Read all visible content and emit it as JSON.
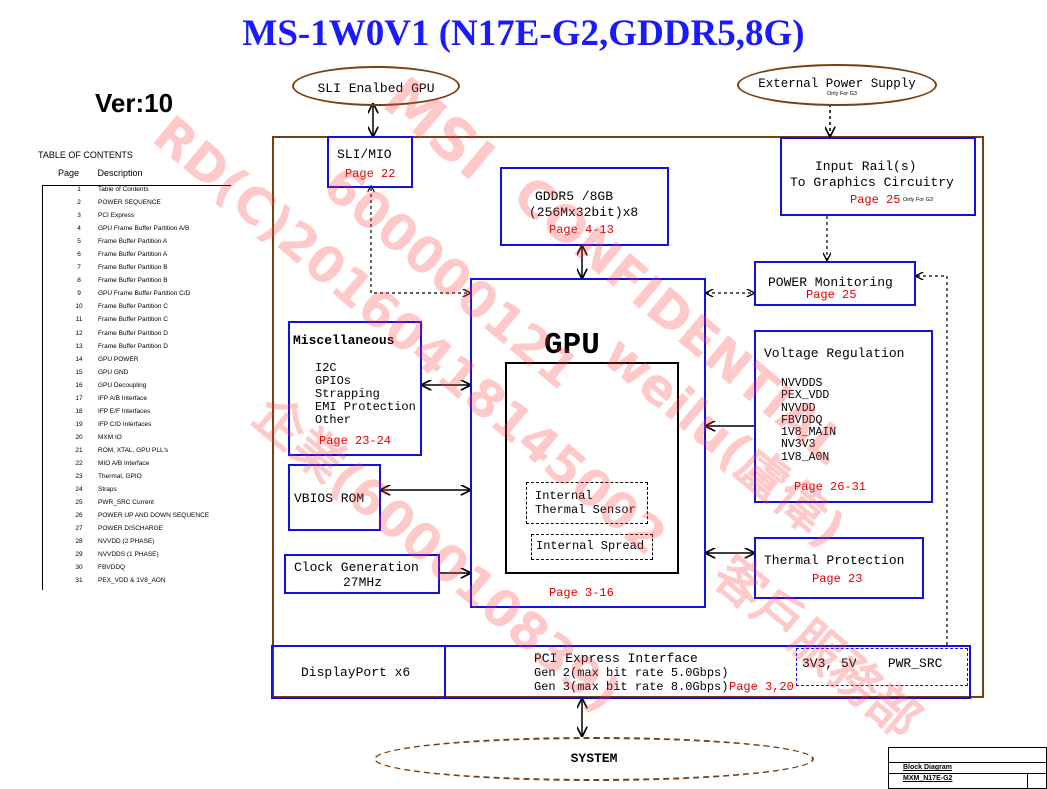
{
  "title": "MS-1W0V1 (N17E-G2,GDDR5,8G)",
  "version": "Ver:10",
  "toc": {
    "heading": "TABLE OF CONTENTS",
    "col_page": "Page",
    "col_desc": "Description",
    "rows": [
      [
        "1",
        "Table of Contents"
      ],
      [
        "2",
        "POWER SEQUENCE"
      ],
      [
        "3",
        "PCI Express"
      ],
      [
        "4",
        "GPU Frame Buffer Partition A/B"
      ],
      [
        "5",
        "Frame Buffer Partition A"
      ],
      [
        "6",
        "Frame Buffer Partition A"
      ],
      [
        "7",
        "Frame Buffer Partition B"
      ],
      [
        "8",
        "Frame Buffer Partition B"
      ],
      [
        "9",
        "GPU Frame Buffer Partition C/D"
      ],
      [
        "10",
        "Frame Buffer Partition C"
      ],
      [
        "11",
        "Frame Buffer Partition C"
      ],
      [
        "12",
        "Frame Buffer Partition D"
      ],
      [
        "13",
        "Frame Buffer Partition D"
      ],
      [
        "14",
        "GPU POWER"
      ],
      [
        "15",
        "GPU GND"
      ],
      [
        "16",
        "GPU Decoupling"
      ],
      [
        "17",
        "IFP A/B Interface"
      ],
      [
        "18",
        "IFP E/F Interfaces"
      ],
      [
        "19",
        "IFP C/D Interfaces"
      ],
      [
        "20",
        "MXM IO"
      ],
      [
        "21",
        "ROM, XTAL, GPU PLL's"
      ],
      [
        "22",
        "MIO A/B Interface"
      ],
      [
        "23",
        "Thermal, GPIO"
      ],
      [
        "24",
        "Straps"
      ],
      [
        "25",
        "PWR_SRC Current"
      ],
      [
        "26",
        "POWER UP AND DOWN SEQUENCE"
      ],
      [
        "27",
        "POWER DISCHARGE"
      ],
      [
        "28",
        "NVVDD (2 PHASE)"
      ],
      [
        "29",
        "NVVDDS (1 PHASE)"
      ],
      [
        "30",
        "FBVDDQ"
      ],
      [
        "31",
        "PEX_VDD & 1V8_AON"
      ]
    ]
  },
  "blocks": {
    "sli_gpu": "SLI Enalbed GPU",
    "ext_power": "External Power Supply",
    "ext_power_note": "Only For G3",
    "sli_mio": "SLI/MIO",
    "sli_mio_page": "Page 22",
    "gddr5_l1": "GDDR5 /8GB",
    "gddr5_l2": "(256Mx32bit)x8",
    "gddr5_page": "Page 4-13",
    "input_rail_l1": "Input Rail(s)",
    "input_rail_l2": "To Graphics Circuitry",
    "input_rail_page": "Page 25",
    "input_rail_note": "Only For G3",
    "power_mon": "POWER Monitoring",
    "power_mon_page": "Page 25",
    "misc_title": "Miscellaneous",
    "misc_items": [
      "I2C",
      "GPIOs",
      "Strapping",
      "EMI Protection",
      "Other"
    ],
    "misc_page": "Page 23-24",
    "gpu": "GPU",
    "gpu_page": "Page 3-16",
    "internal_thermal_l1": "Internal",
    "internal_thermal_l2": "Thermal Sensor",
    "internal_spread": "Internal Spread",
    "vreg_title": "Voltage Regulation",
    "vreg_items": [
      "NVVDDS",
      "PEX_VDD",
      "NVVDD",
      "FBVDDQ",
      "1V8_MAIN",
      "NV3V3",
      "1V8_A0N"
    ],
    "vreg_page": "Page 26-31",
    "vbios": "VBIOS ROM",
    "clock_l1": "Clock Generation",
    "clock_l2": "27MHz",
    "thermal": "Thermal Protection",
    "thermal_page": "Page 23",
    "dp": "DisplayPort x6",
    "pcie_title": "PCI Express Interface",
    "pcie_gen2": "Gen 2(max bit rate 5.0Gbps)",
    "pcie_gen3": "Gen 3(max bit rate 8.0Gbps)",
    "pcie_page": "Page 3,20",
    "pwr_src": "3V3, 5V    PWR_SRC",
    "system": "SYSTEM"
  },
  "watermark": {
    "lines": [
      "MSI",
      "RD(C)20160418145002",
      "600000121",
      "CONFIDENTIAL",
      "weilu(盧偉)",
      "企業(600010839)",
      "客戶服務部"
    ],
    "color": "#ff5050"
  },
  "title_block": {
    "name": "Block Diagram",
    "model": "MXM_N17E-G2"
  }
}
